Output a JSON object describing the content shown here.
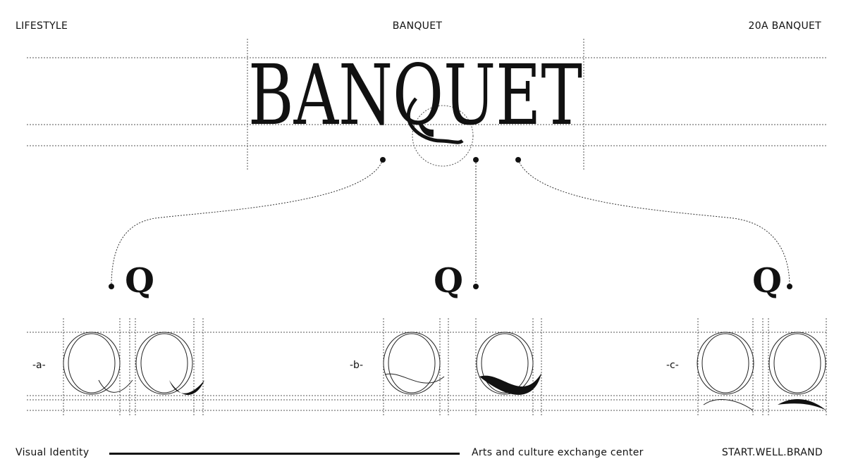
{
  "header": {
    "left": "LIFESTYLE",
    "center": "BANQUET",
    "right": "20A BANQUET"
  },
  "wordmark": {
    "text": "BANQUET"
  },
  "variants": [
    {
      "tag": "-a-",
      "letter": "Q"
    },
    {
      "tag": "-b-",
      "letter": "Q"
    },
    {
      "tag": "-c-",
      "letter": "Q"
    }
  ],
  "footer": {
    "left": "Visual Identity",
    "middle": "Arts and culture exchange center",
    "right": "START.WELL.BRAND"
  },
  "colors": {
    "ink": "#111111",
    "background": "#ffffff",
    "guide": "#555555"
  }
}
